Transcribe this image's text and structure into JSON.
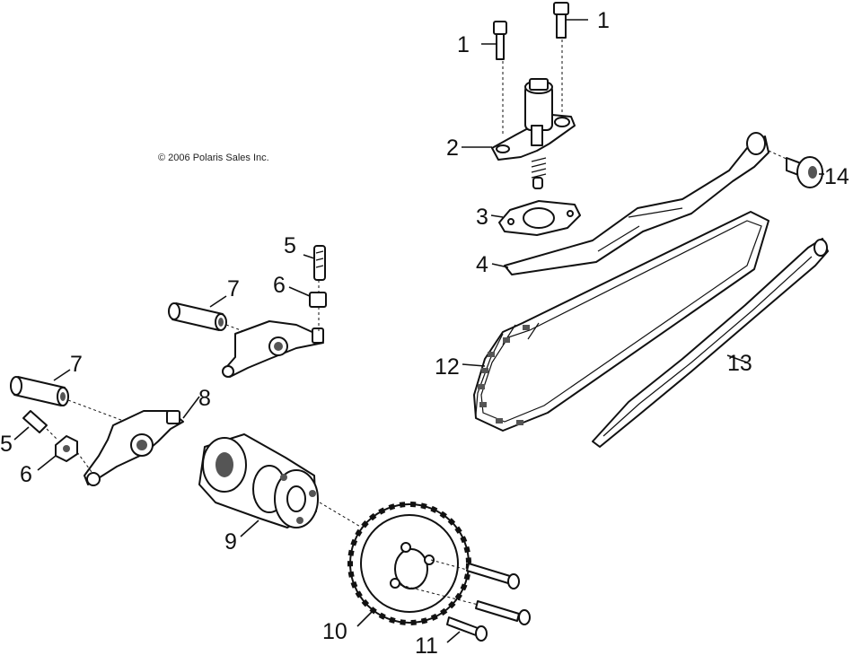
{
  "copyright": "© 2006 Polaris Sales Inc.",
  "callouts": [
    "1",
    "1",
    "2",
    "3",
    "4",
    "5",
    "6",
    "7",
    "7",
    "5",
    "6",
    "8",
    "9",
    "10",
    "11",
    "12",
    "13",
    "14"
  ]
}
